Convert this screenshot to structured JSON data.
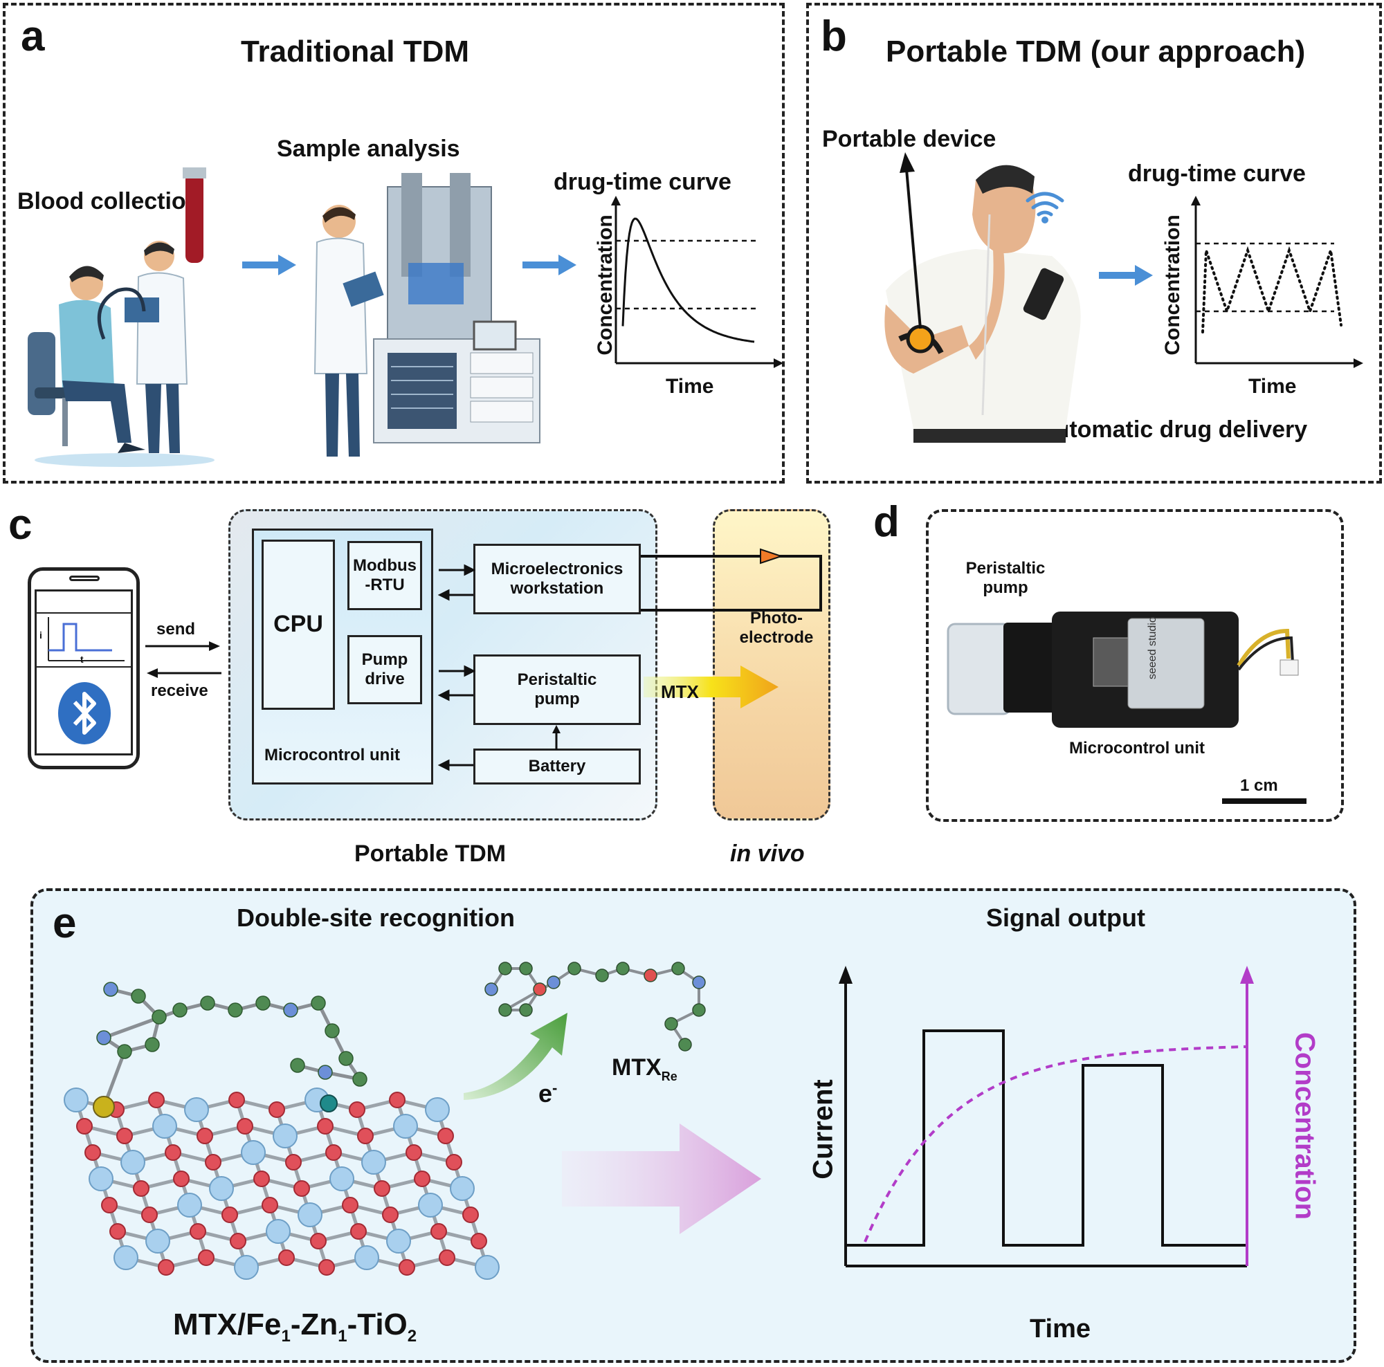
{
  "panel_a": {
    "letter": "a",
    "title": "Traditional TDM",
    "blood_collection": "Blood collection",
    "sample_analysis": "Sample analysis",
    "curve_title": "drug-time curve",
    "y_label": "Concentration",
    "x_label": "Time"
  },
  "panel_b": {
    "letter": "b",
    "title": "Portable TDM (our approach)",
    "portable_device": "Portable device",
    "curve_title": "drug-time curve",
    "y_label": "Concentration",
    "x_label": "Time",
    "footer": "Automatic drug delivery"
  },
  "panel_c": {
    "letter": "c",
    "send": "send",
    "receive": "receive",
    "phone_y": "i",
    "phone_x": "t",
    "cpu": "CPU",
    "modbus": "Modbus -RTU",
    "pump_drive": "Pump drive",
    "mcu": "Microcontrol unit",
    "workstation": "Microelectronics workstation",
    "peristaltic": "Peristaltic pump",
    "battery": "Battery",
    "photo_electrode": "Photo-electrode",
    "mtx": "MTX",
    "portable_tdm": "Portable TDM",
    "in_vivo": "in vivo"
  },
  "panel_d": {
    "letter": "d",
    "pump_label": "Peristaltic pump",
    "mcu_label": "Microcontrol unit",
    "scale": "1 cm",
    "board_text": "seeed studio"
  },
  "panel_e": {
    "letter": "e",
    "recognition": "Double-site recognition",
    "signal_output": "Signal output",
    "mtx_re": "MTX",
    "mtx_re_sub": "Re",
    "electron": "e",
    "electron_sup": "-",
    "material": "MTX/Fe",
    "material_sub1": "1",
    "material_mid": "-Zn",
    "material_sub2": "1",
    "material_end": "-TiO",
    "material_sub3": "2",
    "y_left": "Current",
    "y_right": "Concentration",
    "x_label": "Time"
  },
  "colors": {
    "arrow_blue": "#4a8fd6",
    "magenta": "#b23cc8",
    "orange": "#f07a28",
    "mtx_yellow": "#f5d41a"
  }
}
